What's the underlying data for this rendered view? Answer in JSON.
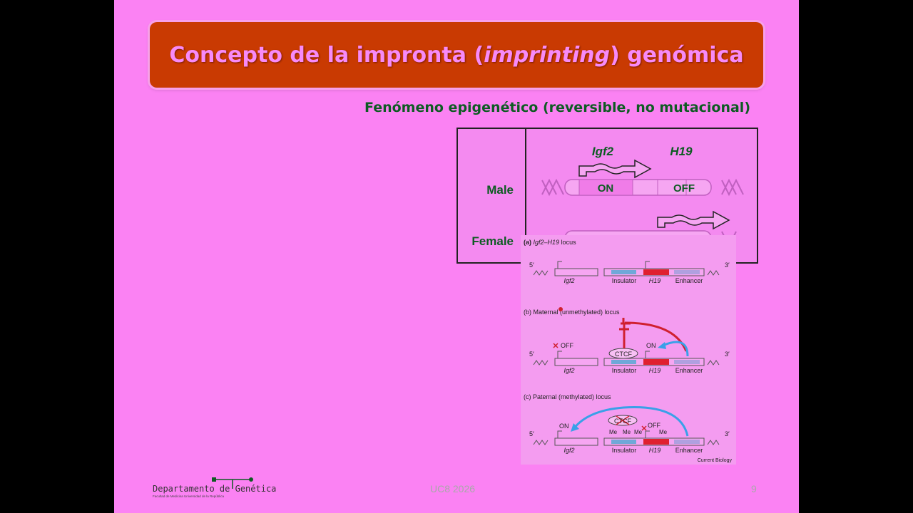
{
  "slide": {
    "title_part1": "Concepto de la impronta (",
    "title_italic": "imprinting",
    "title_part2": ") genómica",
    "subtitle": "Fenómeno epigenético (reversible, no mutacional)"
  },
  "top_figure": {
    "gene1": "Igf2",
    "gene2": "H19",
    "row1_label": "Male",
    "row2_label": "Female",
    "on_label": "ON",
    "off_label": "OFF"
  },
  "bottom_figure": {
    "panel_a_prefix": "(a)",
    "panel_a_gene": "Igf2–H19",
    "panel_a_suffix": "locus",
    "panel_b_title": "(b) Maternal (unmethylated) locus",
    "panel_c_title": "(c) Paternal (methylated) locus",
    "five_prime": "5′",
    "three_prime": "3′",
    "igf2": "Igf2",
    "insulator": "Insulator",
    "h19": "H19",
    "enhancer": "Enhancer",
    "ctcf": "CTCF",
    "on": "ON",
    "off": "OFF",
    "me": "Me",
    "credit": "Current Biology"
  },
  "footer": {
    "department": "Departamento de Genética",
    "department_small": "Facultad de Medicina Universidad de la República",
    "center": "UC8 2026",
    "page": "9"
  }
}
